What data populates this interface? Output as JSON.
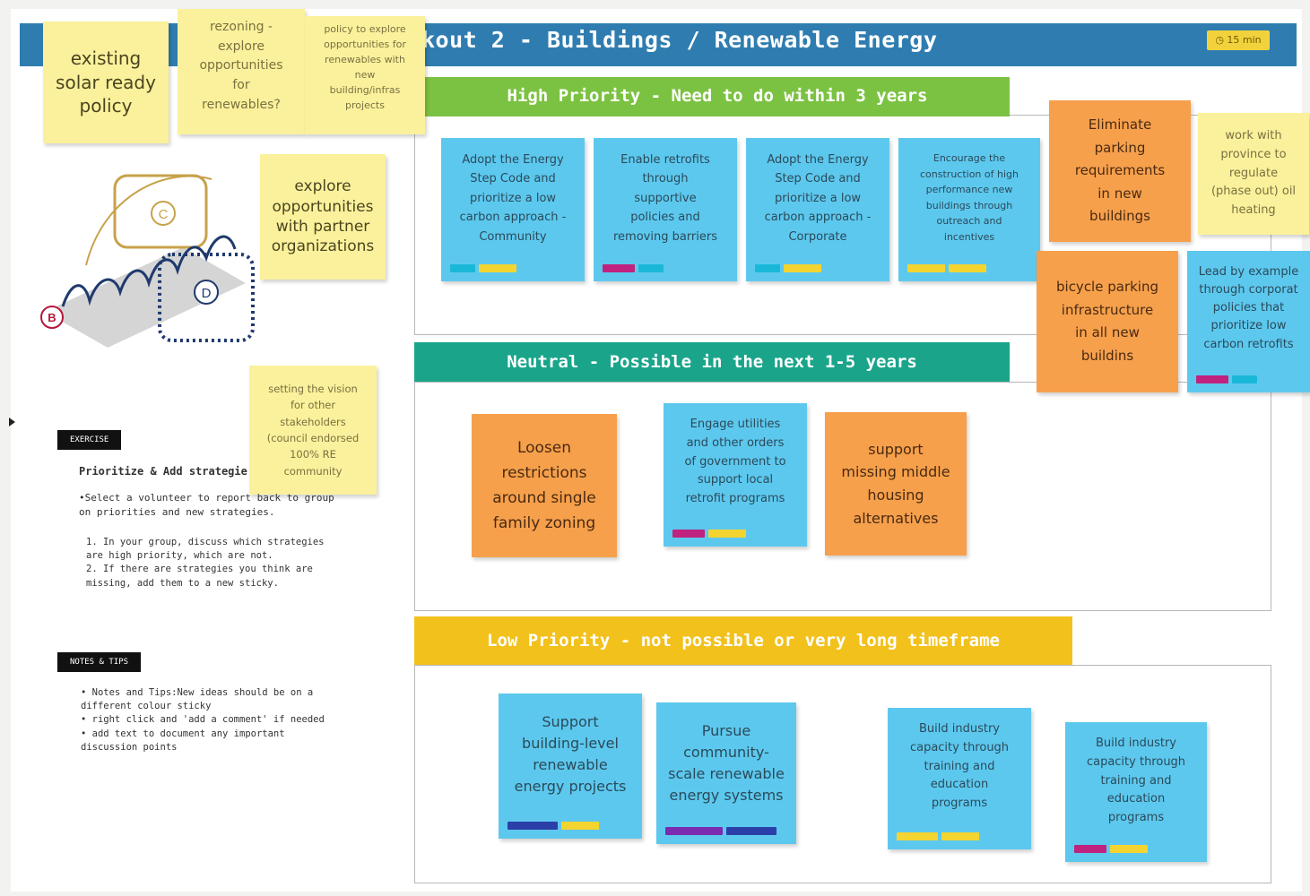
{
  "board": {
    "title": "kout 2 - Buildings / Renewable Energy",
    "timer": "15 min"
  },
  "bands": {
    "high": {
      "label": "High Priority - Need to do within 3 years",
      "color": "#7cc242"
    },
    "neutral": {
      "label": "Neutral - Possible in the next 1-5 years",
      "color": "#1aa58b"
    },
    "low": {
      "label": "Low Priority - not possible or very long timeframe",
      "color": "#f2c11c"
    }
  },
  "colors": {
    "title_bar": "#2f7db0",
    "sticky_blue": "#5dc8ee",
    "sticky_orange": "#f6a04c",
    "sticky_yellow": "#fbf19c"
  },
  "tag_colors": {
    "pink": "#e0218a",
    "cyan": "#1ab8d8",
    "yellow": "#f4d430",
    "navy": "#2b3fa8",
    "purple": "#7a2bb0",
    "magenta": "#c0227f"
  },
  "stickies": {
    "existing_solar": "existing\nsolar ready\npolicy",
    "rezoning": "rezoning -\nexplore\nopportunities\nfor\nrenewables?",
    "policy_explore": "policy to explore\nopportunities for\nrenewables with\nnew\nbuilding/infras\nprojects",
    "partner_orgs": "explore\nopportunities\nwith partner\norganizations",
    "vision": "setting the vision\nfor other\nstakeholders\n(council endorsed\n100% RE\ncommunity",
    "step_code_community": "Adopt the Energy\nStep Code and\nprioritize a low\ncarbon approach -\nCommunity",
    "retrofits": "Enable retrofits\nthrough\nsupportive\npolicies and\nremoving barriers",
    "step_code_corporate": "Adopt the Energy\nStep Code and\nprioritize a low\ncarbon approach -\nCorporate",
    "high_perf": "Encourage the\nconstruction of high\nperformance new\nbuildings through\noutreach and\nincentives",
    "parking": "Eliminate\nparking\nrequirements\nin new\nbuildings",
    "oil_heating": "work with\nprovince to\nregulate\n(phase out) oil\nheating",
    "bicycle": "bicycle parking\ninfrastructure\nin all new\nbuildins",
    "lead_example": "Lead by example\nthrough corporat\npolicies that\nprioritize low\ncarbon retrofits",
    "single_family": "Loosen\nrestrictions\naround single\nfamily zoning",
    "utilities": "Engage utilities\nand other orders\nof government to\nsupport local\nretrofit programs",
    "missing_middle": "support\nmissing middle\nhousing\nalternatives",
    "building_level": "Support\nbuilding-level\nrenewable\nenergy projects",
    "community_scale": "Pursue\ncommunity-\nscale renewable\nenergy systems",
    "industry_1": "Build industry\ncapacity through\ntraining and\neducation\nprograms",
    "industry_2": "Build industry\ncapacity through\ntraining and\neducation\nprograms"
  },
  "instructions": {
    "exercise_label": "EXERCISE",
    "heading": "Prioritize & Add strategie",
    "select": "•Select a volunteer to report back to group\non priorities and new strategies.",
    "steps": "1. In your group, discuss which strategies\n   are high priority, which are not.\n2. If there are strategies you think are\n   missing, add them to a new sticky.",
    "notes_label": "NOTES & TIPS",
    "notes": "• Notes and Tips:New ideas should be on a\n  different colour sticky\n• right click and 'add a comment' if needed\n• add text to document any important\n  discussion points"
  },
  "diagram": {
    "label_b": "B",
    "label_c": "C",
    "label_d": "D"
  }
}
